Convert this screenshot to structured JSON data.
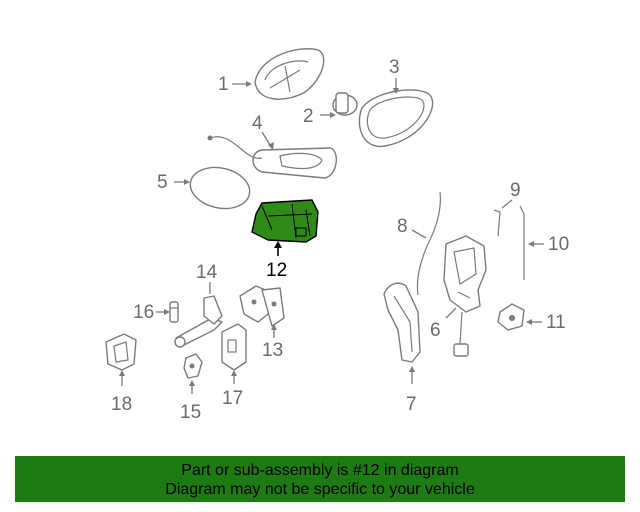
{
  "diagram": {
    "callouts": {
      "c1": "1",
      "c2": "2",
      "c3": "3",
      "c4": "4",
      "c5": "5",
      "c6": "6",
      "c7": "7",
      "c8": "8",
      "c9": "9",
      "c10": "10",
      "c11": "11",
      "c12": "12",
      "c13": "13",
      "c14": "14",
      "c15": "15",
      "c16": "16",
      "c17": "17",
      "c18": "18"
    },
    "highlight_color": "#2f8a17",
    "line_color": "#7a7a7a"
  },
  "banner": {
    "line1": "Part or sub-assembly is #12 in diagram",
    "line2": "Diagram may not be specific to your vehicle",
    "background": "#1e7a12"
  }
}
